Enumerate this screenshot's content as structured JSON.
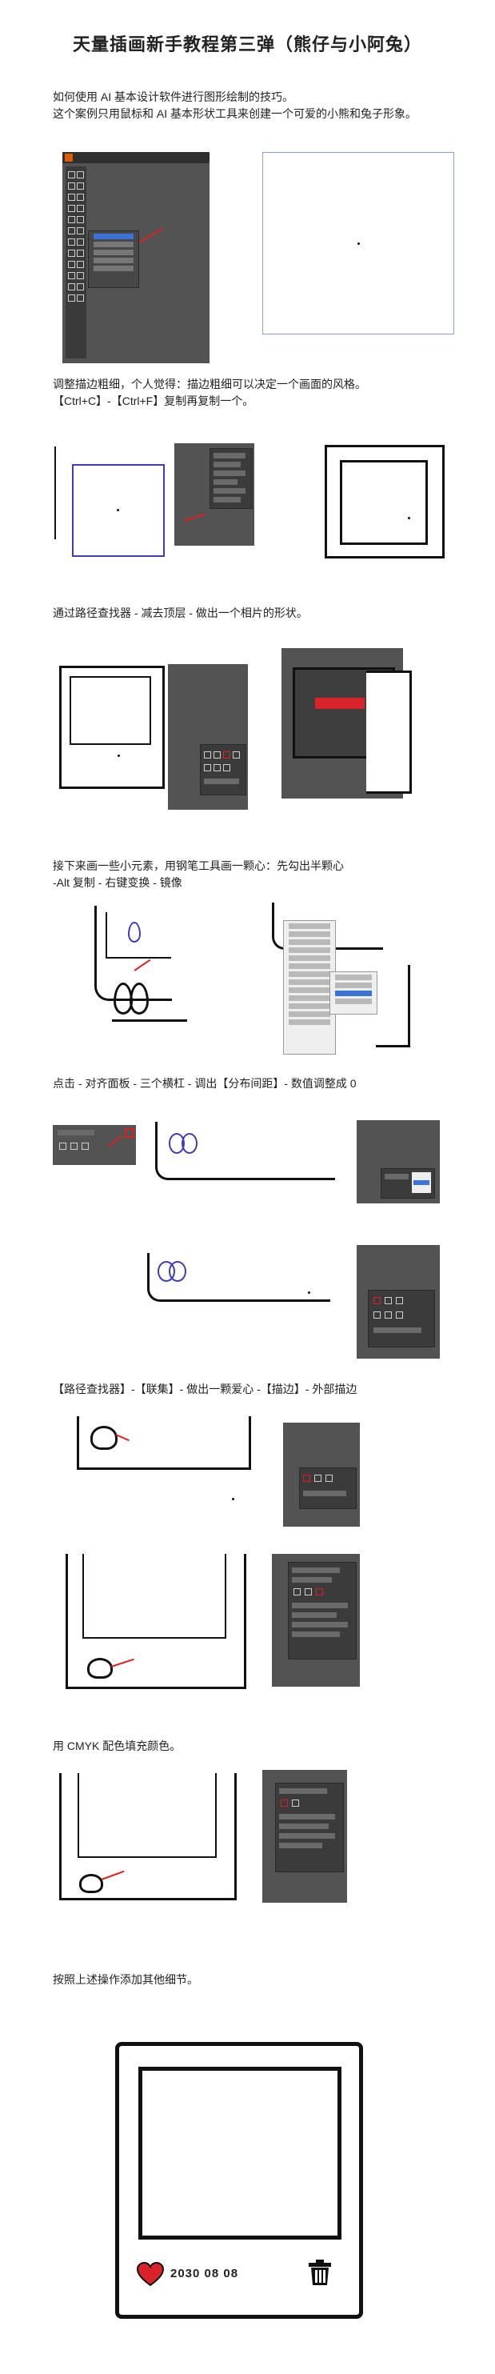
{
  "title": "天量插画新手教程第三弹（熊仔与小阿兔）",
  "steps": [
    {
      "text": "如何使用 AI 基本设计软件进行图形绘制的技巧。\n这个案例只用鼠标和  AI  基本形状工具来创建一个可爱的小熊和兔子形象。"
    },
    {
      "text": "调整描边粗细，个人觉得：描边粗细可以决定一个画面的风格。\n【Ctrl+C】-【Ctrl+F】复制再复制一个。"
    },
    {
      "text": "通过路径查找器 - 减去顶层 - 做出一个相片的形状。"
    },
    {
      "text": "接下来画一些小元素，用钢笔工具画一颗心：先勾出半颗心\n -Alt 复制 - 右键变换 - 镜像"
    },
    {
      "text": "点击 - 对齐面板 - 三个横杠 - 调出【分布间距】- 数值调整成 0"
    },
    {
      "text": "【路径查找器】-【联集】- 做出一颗爱心 -【描边】- 外部描边"
    },
    {
      "text": "用 CMYK 配色填充颜色。"
    },
    {
      "text": "按照上述操作添加其他细节。"
    }
  ],
  "final": {
    "date": "2030 08 08",
    "heart_color": "#d8232a"
  },
  "colors": {
    "accent_red": "#e02020",
    "ui_dark": "#535353",
    "ui_panel": "#3b3b3b",
    "select_blue": "#3b73d9"
  },
  "icons": [
    "heart-icon",
    "trash-icon"
  ]
}
